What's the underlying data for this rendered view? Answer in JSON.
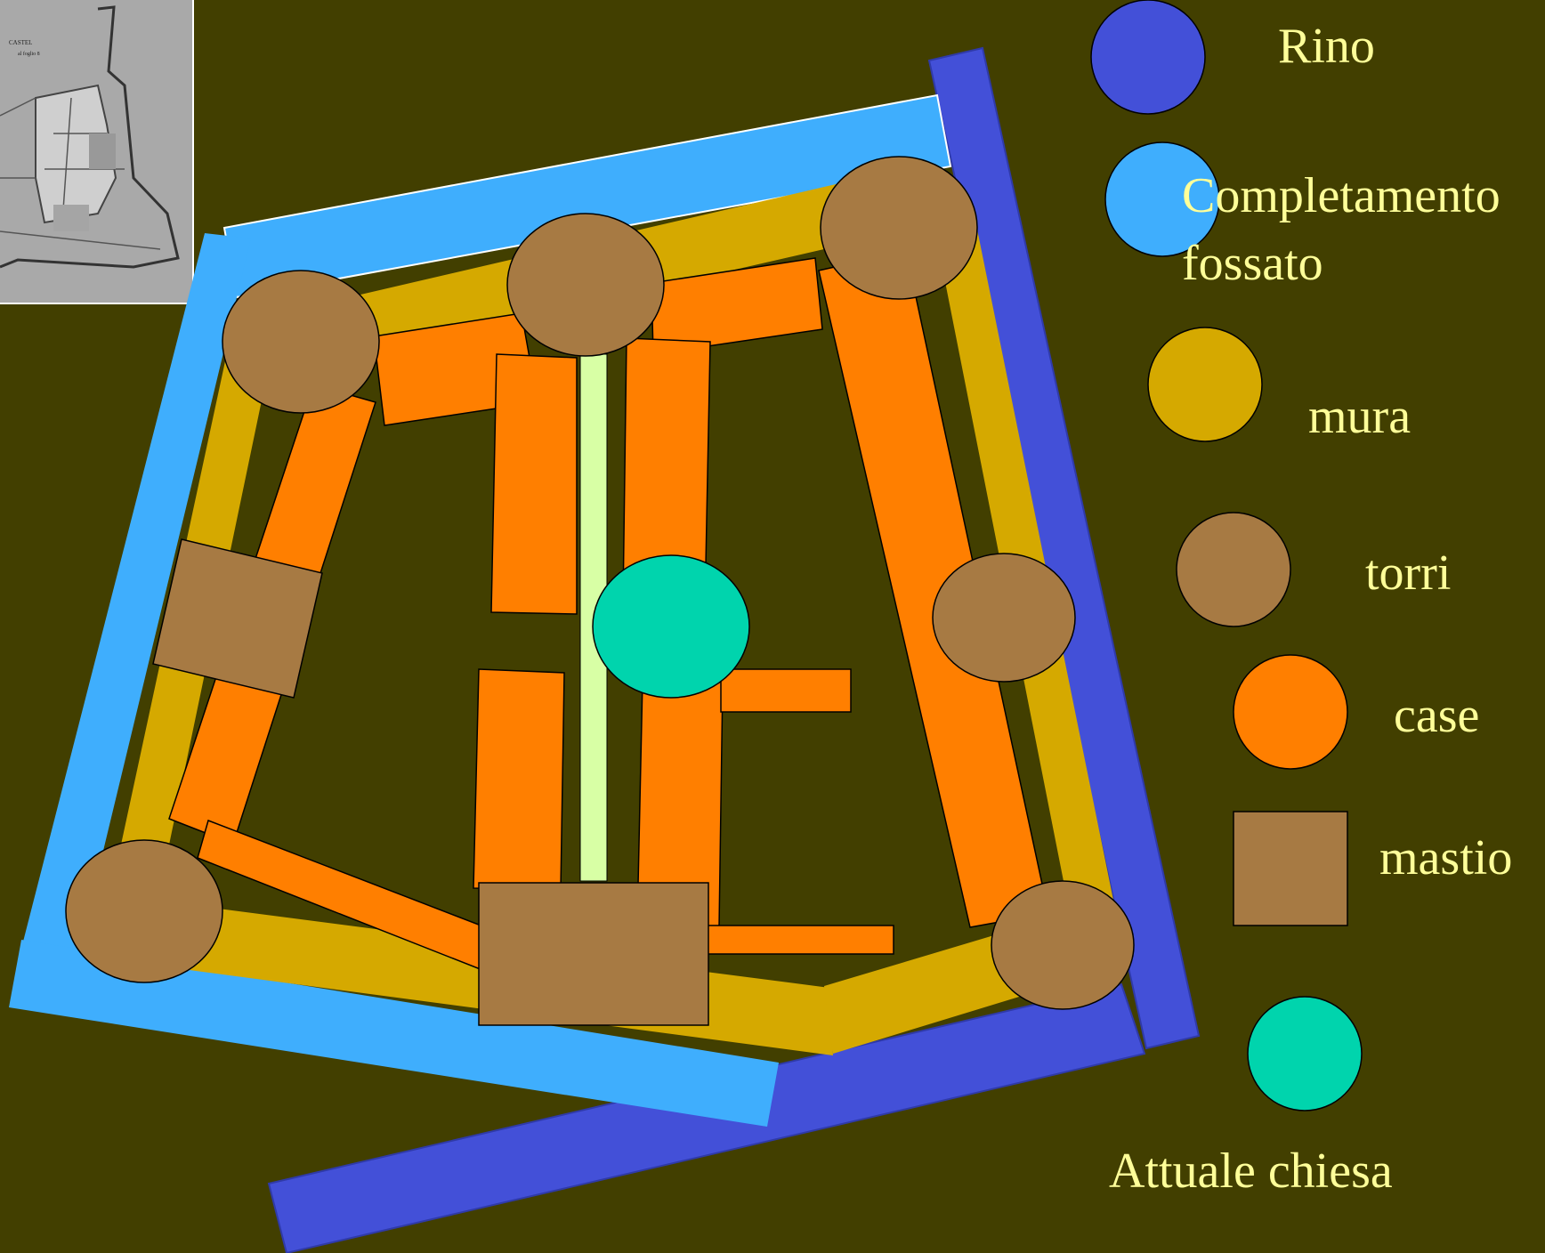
{
  "colors": {
    "background": "#423f00",
    "rino": "#4350d8",
    "fossato": "#3faefd",
    "mura": "#d5a900",
    "torri": "#a77a43",
    "case": "#ff7f00",
    "mastio": "#a77a43",
    "chiesa": "#00d4ad",
    "street": "#d8ffa5",
    "legend_text": "#ffff99"
  },
  "legend": {
    "rino": "Rino",
    "fossato": "Completamento fossato",
    "mura": "mura",
    "torri": "torri",
    "case": "case",
    "mastio": "mastio",
    "chiesa": "Attuale chiesa"
  },
  "thumbnail": {
    "icon": "historic-cadastral-map-thumbnail"
  }
}
